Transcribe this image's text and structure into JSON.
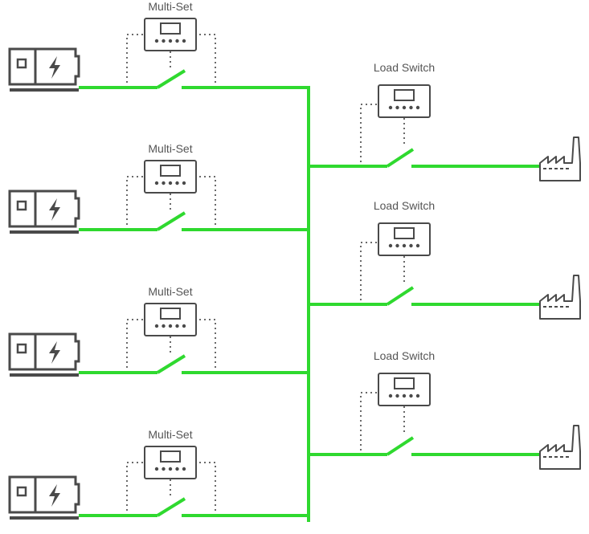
{
  "colors": {
    "power_line": "#2fd92f",
    "icon_stroke": "#4a4a4a",
    "label_text": "#555555",
    "control_link": "#6a6a6a"
  },
  "generators": [
    {
      "controller_label": "Multi-Set",
      "icon": "generator-icon"
    },
    {
      "controller_label": "Multi-Set",
      "icon": "generator-icon"
    },
    {
      "controller_label": "Multi-Set",
      "icon": "generator-icon"
    },
    {
      "controller_label": "Multi-Set",
      "icon": "generator-icon"
    }
  ],
  "loads": [
    {
      "controller_label": "Load Switch",
      "icon": "factory-icon"
    },
    {
      "controller_label": "Load Switch",
      "icon": "factory-icon"
    },
    {
      "controller_label": "Load Switch",
      "icon": "factory-icon"
    }
  ]
}
